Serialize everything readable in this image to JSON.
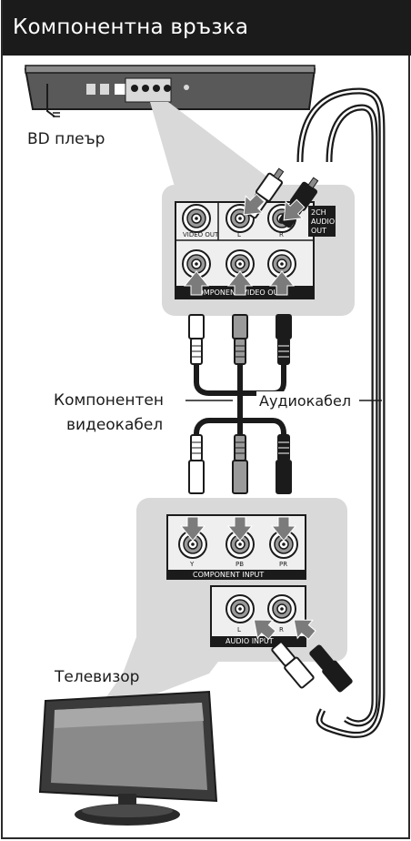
{
  "header": {
    "title": "Компонентна връзка"
  },
  "labels": {
    "bd_player": "BD плеър",
    "component_cable_line1": "Компонентен",
    "component_cable_line2": "видеокабел",
    "audio_cable": "Аудиокабел",
    "tv": "Телевизор"
  },
  "player_panel": {
    "video_out": "VIDEO OUT",
    "left": "L",
    "right": "R",
    "audio_out_line1": "2CH",
    "audio_out_line2": "AUDIO",
    "audio_out_line3": "OUT",
    "component_video_out": "COMPONENT VIDEO OUT"
  },
  "tv_panel": {
    "y": "Y",
    "pb": "PB",
    "pr": "PR",
    "component_input": "COMPONENT INPUT",
    "left": "L",
    "right": "R",
    "audio_input": "AUDIO INPUT"
  },
  "colors": {
    "title_bg": "#1b1b1b",
    "callout_bg": "#d9d9d9",
    "panel_bg": "#efefef",
    "cable": "#1b1b1b",
    "arrow": "#7b7b7b"
  }
}
